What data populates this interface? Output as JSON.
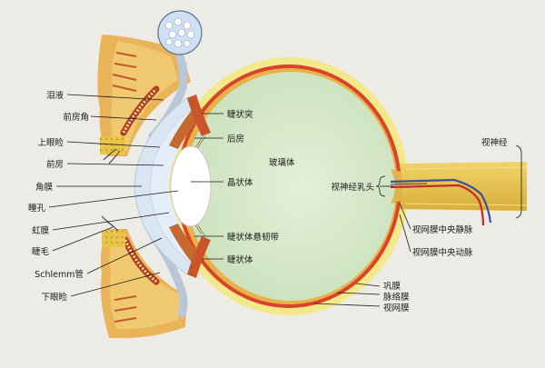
{
  "labels": {
    "tears": "泪液",
    "anterior_chamber_angle": "前房角",
    "upper_eyelid": "上眼睑",
    "anterior_chamber": "前房",
    "cornea": "角膜",
    "pupil": "瞳孔",
    "iris": "虹膜",
    "eyelashes": "睫毛",
    "schlemm_canal": "Schlemm管",
    "lower_eyelid": "下眼睑",
    "ciliary_process": "睫状突",
    "posterior_chamber": "后房",
    "vitreous_body": "玻璃体",
    "lens": "晶状体",
    "zonule": "睫状体悬韧带",
    "ciliary_body": "睫状体",
    "optic_papilla": "视神经乳头",
    "optic_nerve": "视神经",
    "central_retinal_vein": "视网膜中央静脉",
    "central_retinal_artery": "视网膜中央动脉",
    "sclera": "巩膜",
    "choroid": "脉络膜",
    "retina": "视网膜"
  },
  "colors": {
    "background": "#ecebe6",
    "sclera": "#f3e98a",
    "choroid": "#d8432a",
    "vitreous": "#d3e8c6",
    "lens": "#ffffff",
    "cornea": "#d9e6f2",
    "optic_nerve": "#e8c548",
    "eyelid": "#e9b357",
    "lacrimal_gland": "#cfe0f5"
  }
}
